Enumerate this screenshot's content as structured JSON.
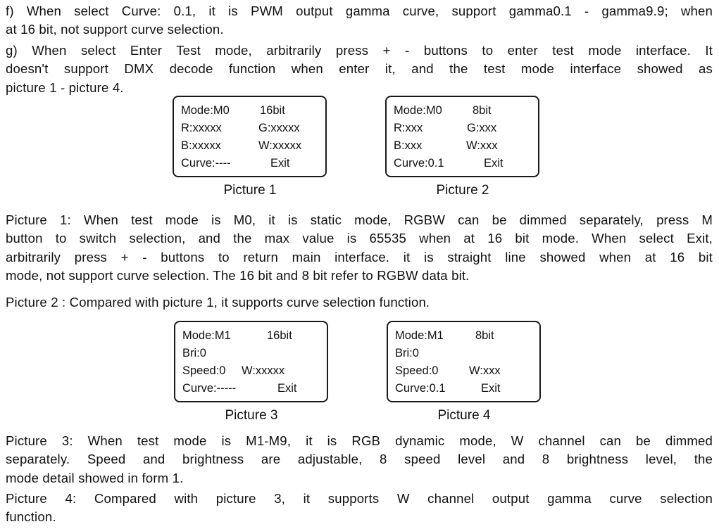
{
  "para_f": [
    "f) When select Curve: 0.1,  it is PWM output gamma curve, support gamma0.1 - gamma9.9; when",
    "at 16 bit, not support curve selection."
  ],
  "para_g": [
    "g) When select Enter Test mode, arbitrarily press + - buttons to enter test mode interface. It",
    "doesn't support DMX decode function when enter it, and the test mode interface showed as",
    "picture 1 - picture 4."
  ],
  "screens": {
    "p1": {
      "r1a": "Mode:M0",
      "r1b": "16bit",
      "r2a": "R:xxxxx",
      "r2b": "G:xxxxx",
      "r3a": "B:xxxxx",
      "r3b": "W:xxxxx",
      "r4a": "Curve:----",
      "r4b": "Exit",
      "caption": "Picture 1"
    },
    "p2": {
      "r1a": "Mode:M0",
      "r1b": "8bit",
      "r2a": "R:xxx",
      "r2b": "G:xxx",
      "r3a": "B:xxx",
      "r3b": "W:xxx",
      "r4a": "Curve:0.1",
      "r4b": "Exit",
      "caption": "Picture 2"
    },
    "p3": {
      "r1a": "Mode:M1",
      "r1b": "16bit",
      "r2a": "Bri:0",
      "r2b": "",
      "r3a": "Speed:0",
      "r3b": "W:xxxxx",
      "r4a": "Curve:-----",
      "r4b": "Exit",
      "caption": "Picture 3"
    },
    "p4": {
      "r1a": "Mode:M1",
      "r1b": "8bit",
      "r2a": "Bri:0",
      "r2b": "",
      "r3a": "Speed:0",
      "r3b": "W:xxx",
      "r4a": "Curve:0.1",
      "r4b": "Exit",
      "caption": "Picture 4"
    }
  },
  "para_p1": [
    "Picture 1: When test mode is M0, it is static mode, RGBW can be dimmed separately, press M",
    "button to switch selection, and  the max value is 65535 when at 16 bit mode. When select Exit,",
    "arbitrarily press + - buttons to return main interface. it is straight line showed when at 16 bit",
    "mode, not support curve selection. The 16 bit and 8 bit refer to RGBW data bit."
  ],
  "para_p2": [
    "Picture 2 : Compared with picture 1, it supports curve selection function."
  ],
  "para_p3": [
    "Picture 3: When test mode is M1-M9, it is RGB dynamic mode, W channel can be dimmed",
    "separately. Speed and brightness are adjustable, 8 speed level and 8 brightness level, the",
    "mode detail showed in form 1."
  ],
  "para_p4": [
    "Picture 4: Compared with picture 3, it supports W channel output gamma curve selection",
    "function."
  ]
}
